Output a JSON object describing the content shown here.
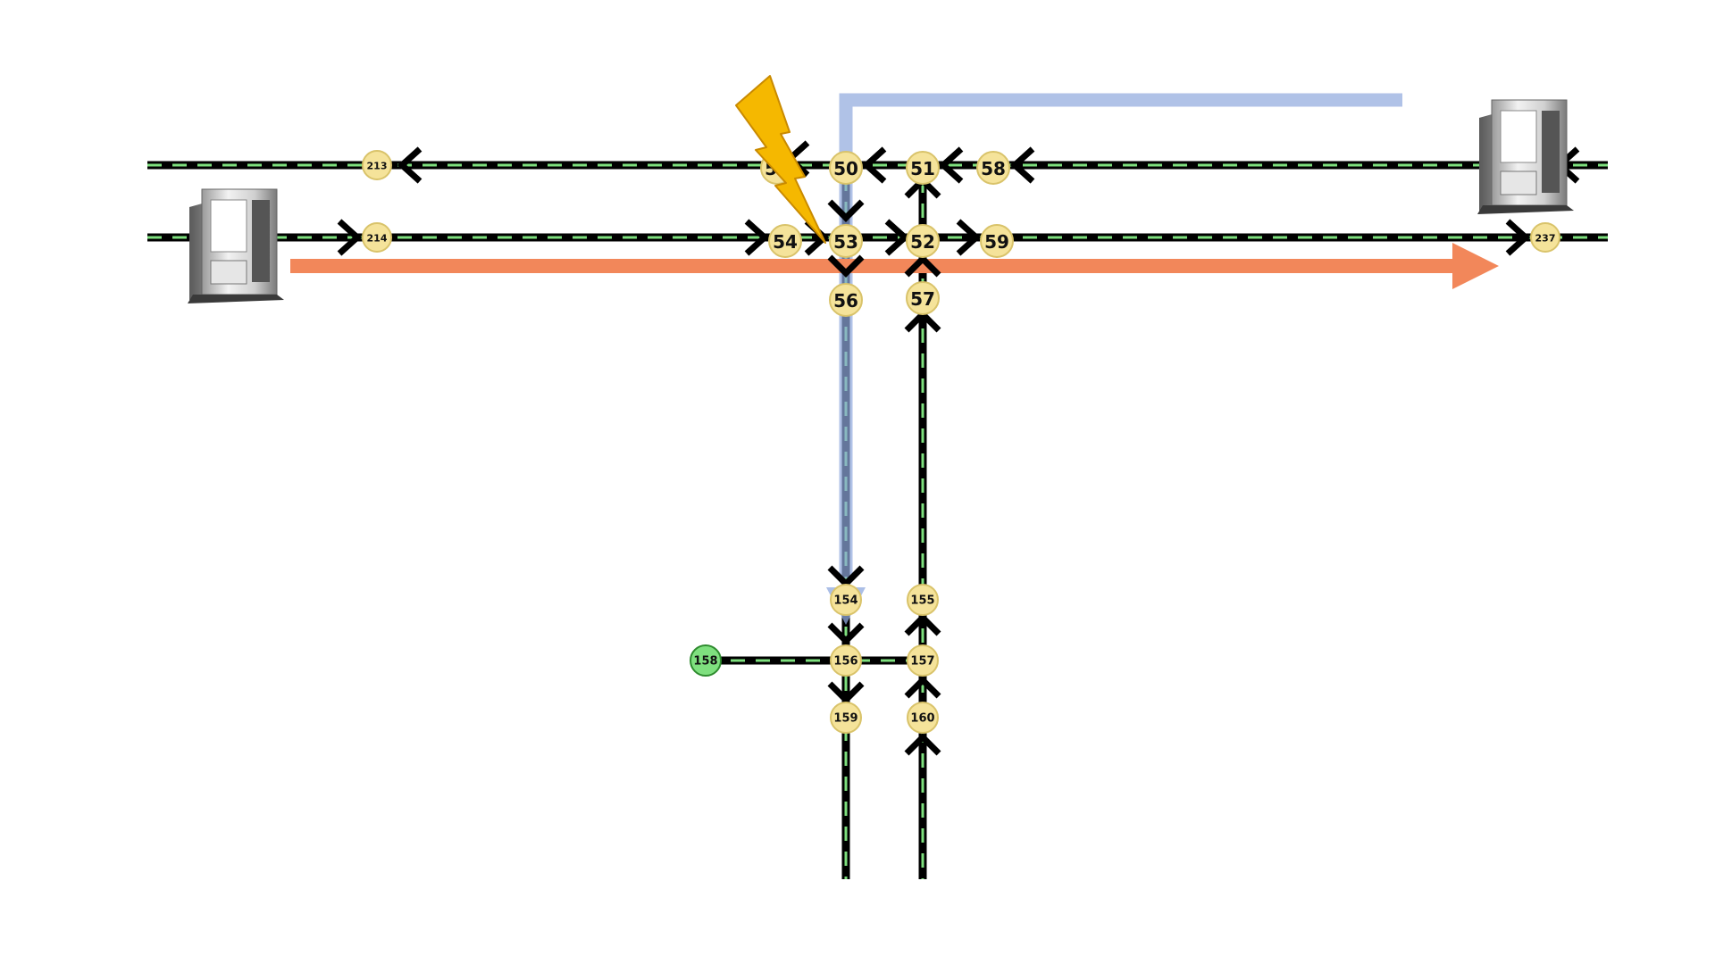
{
  "diagram": {
    "colors": {
      "track": "#000000",
      "track_dash": "#7ee07e",
      "node_fill": "#f5e39a",
      "node_stroke": "#d9c36a",
      "node_end_fill": "#7fe07f",
      "node_end_stroke": "#2e8b2e",
      "route_blue": "#8fa8dd",
      "route_orange": "#f2875a",
      "fault": "#f5b800",
      "fault_stroke": "#c98a00"
    },
    "nodes": [
      {
        "id": "213",
        "label": "213"
      },
      {
        "id": "214",
        "label": "214"
      },
      {
        "id": "55",
        "label": "55"
      },
      {
        "id": "50",
        "label": "50"
      },
      {
        "id": "51",
        "label": "51"
      },
      {
        "id": "58",
        "label": "58"
      },
      {
        "id": "54",
        "label": "54"
      },
      {
        "id": "53",
        "label": "53"
      },
      {
        "id": "52",
        "label": "52"
      },
      {
        "id": "59",
        "label": "59"
      },
      {
        "id": "237",
        "label": "237"
      },
      {
        "id": "56",
        "label": "56"
      },
      {
        "id": "57",
        "label": "57"
      },
      {
        "id": "154",
        "label": "154"
      },
      {
        "id": "155",
        "label": "155"
      },
      {
        "id": "156",
        "label": "156"
      },
      {
        "id": "157",
        "label": "157"
      },
      {
        "id": "158",
        "label": "158"
      },
      {
        "id": "159",
        "label": "159"
      },
      {
        "id": "160",
        "label": "160"
      }
    ],
    "icons": [
      {
        "name": "machine-left-icon"
      },
      {
        "name": "machine-right-icon"
      },
      {
        "name": "lightning-fault-icon"
      }
    ]
  }
}
